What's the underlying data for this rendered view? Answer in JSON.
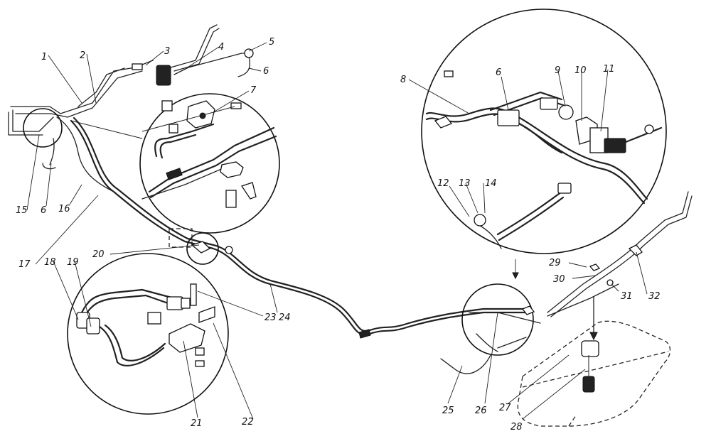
{
  "labels": {
    "l1": "1",
    "l2": "2",
    "l3": "3",
    "l4": "4",
    "l5": "5",
    "l6a": "6",
    "l6b": "6",
    "l6c": "6",
    "l7": "7",
    "l8": "8",
    "l9": "9",
    "l10": "10",
    "l11": "11",
    "l12": "12",
    "l13": "13",
    "l14": "14",
    "l15": "15",
    "l16": "16",
    "l17": "17",
    "l18": "18",
    "l19": "19",
    "l20": "20",
    "l21": "21",
    "l22": "22",
    "l23": "23",
    "l24": "24",
    "l25": "25",
    "l26": "26",
    "l27": "27",
    "l28": "28",
    "l29": "29",
    "l30": "30",
    "l31": "31",
    "l32": "32"
  }
}
